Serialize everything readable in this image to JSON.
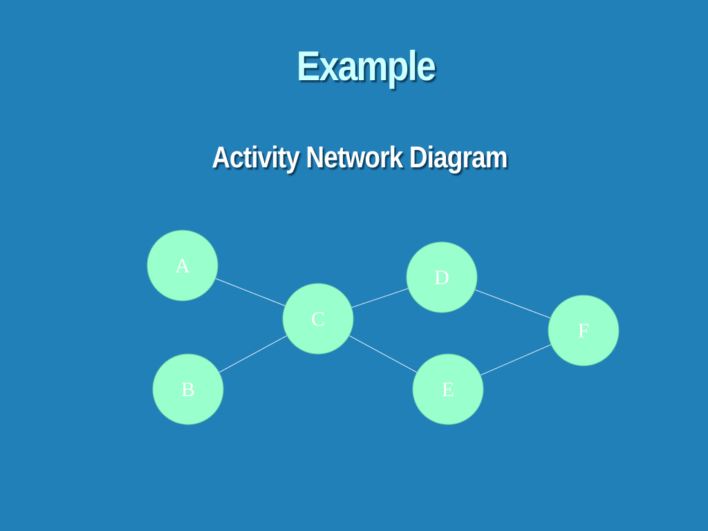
{
  "slide": {
    "title": "Example",
    "subtitle": "Activity Network Diagram"
  },
  "colors": {
    "background": "#2280b8",
    "title": "#ccffff",
    "subtitle": "#ffffff",
    "node_fill": "#99ffcc",
    "node_label": "#ffffff",
    "edge": "#e8f4ff"
  },
  "diagram": {
    "nodes": [
      {
        "id": "A",
        "label": "A"
      },
      {
        "id": "B",
        "label": "B"
      },
      {
        "id": "C",
        "label": "C"
      },
      {
        "id": "D",
        "label": "D"
      },
      {
        "id": "E",
        "label": "E"
      },
      {
        "id": "F",
        "label": "F"
      }
    ],
    "edges": [
      {
        "from": "A",
        "to": "C"
      },
      {
        "from": "B",
        "to": "C"
      },
      {
        "from": "C",
        "to": "D"
      },
      {
        "from": "C",
        "to": "E"
      },
      {
        "from": "D",
        "to": "F"
      },
      {
        "from": "E",
        "to": "F"
      }
    ]
  }
}
